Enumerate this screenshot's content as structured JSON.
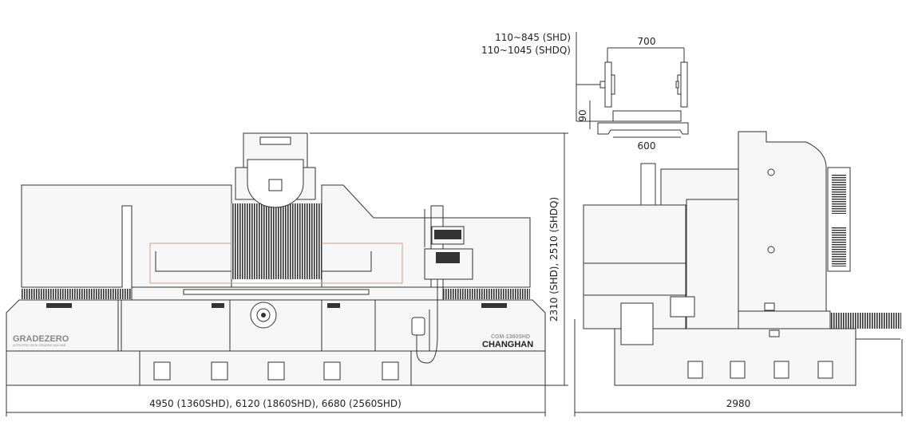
{
  "dimensions": {
    "front_length": "4950 (1360SHD),  6120 (1860SHD),  6680 (2560SHD)",
    "front_height": "2310 (SHD),  2510 (SHDQ)",
    "side_length": "2980",
    "wheel_range_shd": "110~845 (SHD)",
    "wheel_range_shdq": "110~1045 (SHDQ)",
    "wheel_span": "700",
    "table_height": "90",
    "table_width": "600"
  },
  "branding": {
    "series_logo": "GRADEZERO",
    "series_tagline": "ULTRA PRECISION GRINDING MACHINE",
    "model": "CGM-1360SHD",
    "maker": "CHANGHAN"
  },
  "colors": {
    "line": "#333333",
    "panel": "#f6f6f6",
    "slide_outline": "#c9a48a"
  }
}
